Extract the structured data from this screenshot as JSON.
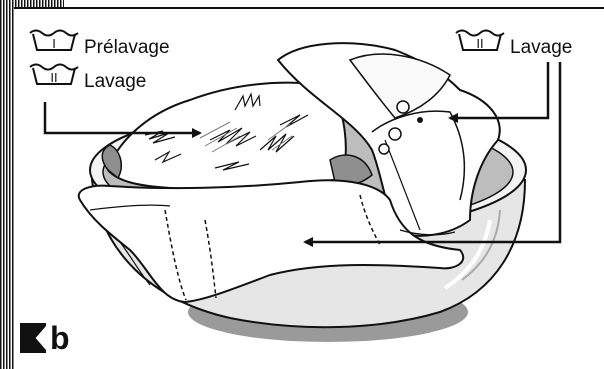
{
  "labels": {
    "prewash": "Prélavage",
    "wash_left": "Lavage",
    "wash_right": "Lavage"
  },
  "symbols": {
    "prewash_numeral": "I",
    "wash_numeral": "II"
  },
  "section_letter": "b",
  "colors": {
    "ink": "#111111",
    "shadow": "#9a9a9a",
    "basin": "#d8d8d8"
  }
}
